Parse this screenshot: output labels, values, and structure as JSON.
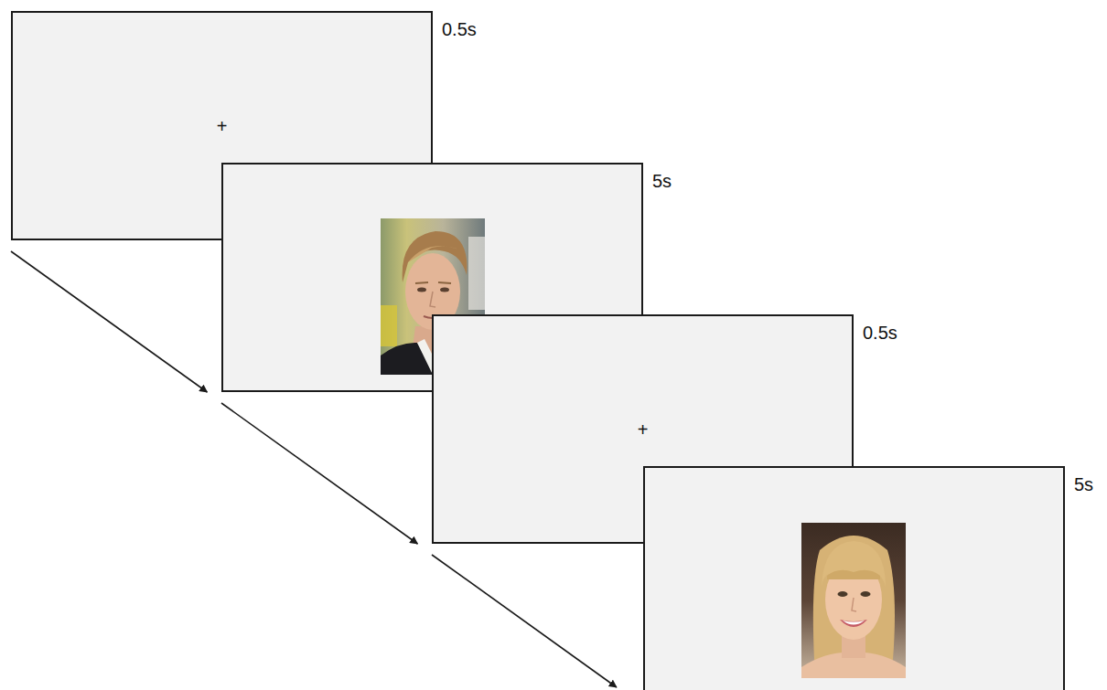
{
  "diagram": {
    "nodes": [
      {
        "text": [
          "0.5s",
          "+"
        ]
      },
      {
        "text": [
          "5s"
        ]
      },
      {
        "text": [
          "0.5s",
          "+"
        ]
      },
      {
        "text": [
          "5s"
        ]
      }
    ],
    "edges": [
      {
        "from": 0,
        "to": 1,
        "arrow": "to"
      },
      {
        "from": 1,
        "to": 2,
        "arrow": "to"
      },
      {
        "from": 2,
        "to": 3,
        "arrow": "to"
      }
    ]
  }
}
